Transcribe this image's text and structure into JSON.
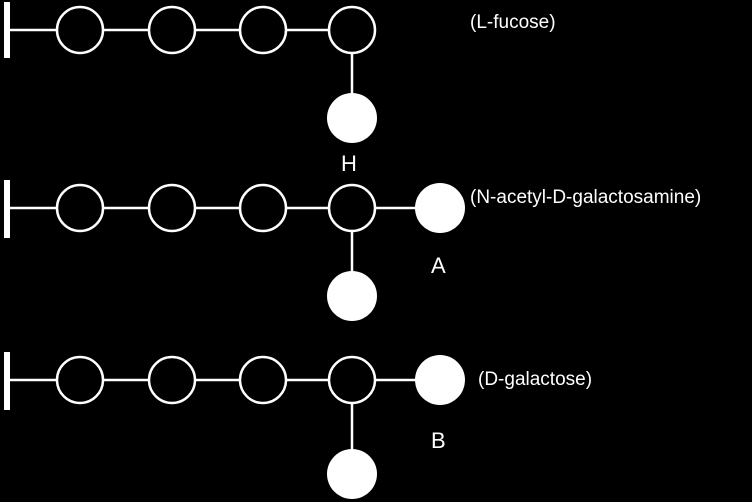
{
  "colors": {
    "background": "#000000",
    "stroke": "#ffffff",
    "terminal_fill": "#ffffff"
  },
  "antigens": [
    {
      "sugar_label": "(L-fucose)",
      "letter": "H",
      "has_side_branch_only": true
    },
    {
      "sugar_label": "(N-acetyl-D-galactosamine)",
      "letter": "A",
      "has_side_branch_only": false
    },
    {
      "sugar_label": "(D-galactose)",
      "letter": "B",
      "has_side_branch_only": false
    }
  ]
}
